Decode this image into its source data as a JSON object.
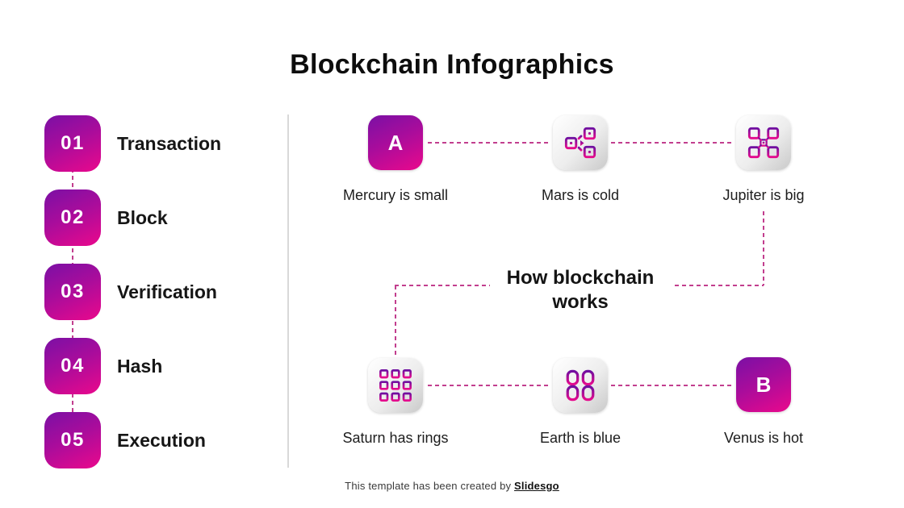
{
  "title": "Blockchain Infographics",
  "colors": {
    "gradient_start": "#7a10a5",
    "gradient_mid": "#ab0c9b",
    "gradient_end": "#ea088c",
    "dash": "#c23e8e",
    "divider": "#d9d9d9",
    "tile_gray": "#dcdcdc"
  },
  "sidebar": {
    "items": [
      {
        "number": "01",
        "label": "Transaction"
      },
      {
        "number": "02",
        "label": "Block"
      },
      {
        "number": "03",
        "label": "Verification"
      },
      {
        "number": "04",
        "label": "Hash"
      },
      {
        "number": "05",
        "label": "Execution"
      }
    ]
  },
  "diagram": {
    "center_text_line1": "How blockchain",
    "center_text_line2": "works",
    "top_row": [
      {
        "kind": "badge",
        "letter": "A",
        "label": "Mercury is small"
      },
      {
        "kind": "icon",
        "icon": "broadcast-icon",
        "label": "Mars is cold"
      },
      {
        "kind": "icon",
        "icon": "hub-icon",
        "label": "Jupiter is big"
      }
    ],
    "bottom_row": [
      {
        "kind": "icon",
        "icon": "mesh-icon",
        "label": "Saturn has rings"
      },
      {
        "kind": "icon",
        "icon": "chain-icon",
        "label": "Earth is blue"
      },
      {
        "kind": "badge",
        "letter": "B",
        "label": "Venus is hot"
      }
    ]
  },
  "footer": {
    "text": "This template has been created by",
    "brand": "Slidesgo"
  }
}
